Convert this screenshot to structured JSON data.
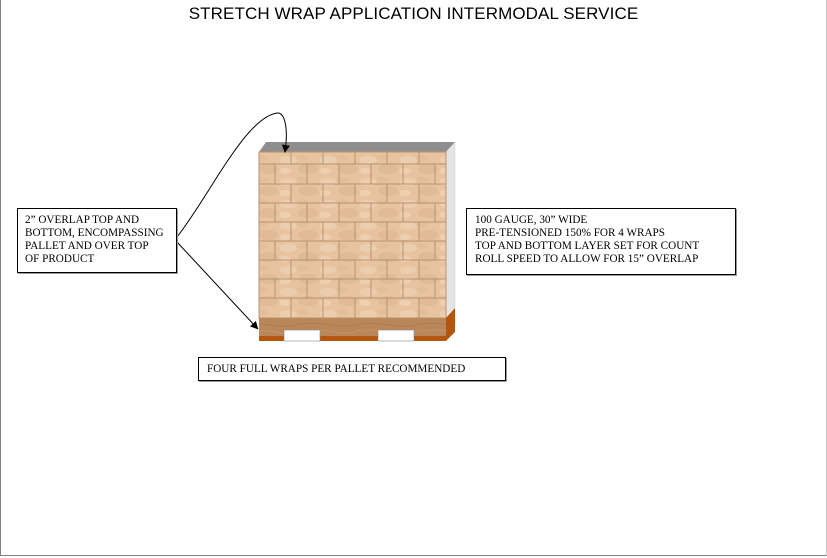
{
  "title": "STRETCH WRAP APPLICATION INTERMODAL SERVICE",
  "left_note": {
    "lines": [
      "2” OVERLAP TOP AND",
      "BOTTOM, ENCOMPASSING",
      "PALLET AND OVER TOP",
      "OF PRODUCT"
    ]
  },
  "right_note": {
    "lines": [
      "100 GAUGE, 30” WIDE",
      "PRE-TENSIONED 150% FOR 4 WRAPS",
      "TOP AND BOTTOM LAYER SET FOR COUNT",
      "ROLL SPEED TO ALLOW FOR 15” OVERLAP"
    ]
  },
  "bottom_note": "FOUR FULL WRAPS PER PALLET RECOMMENDED",
  "colors": {
    "box_face": "#e8c4a0",
    "box_line": "#b79373",
    "pallet_wood": "#b8865a",
    "pallet_edge": "#b95a10",
    "top_gray": "#8e8e8e",
    "side_gray": "#e2e2e2"
  }
}
